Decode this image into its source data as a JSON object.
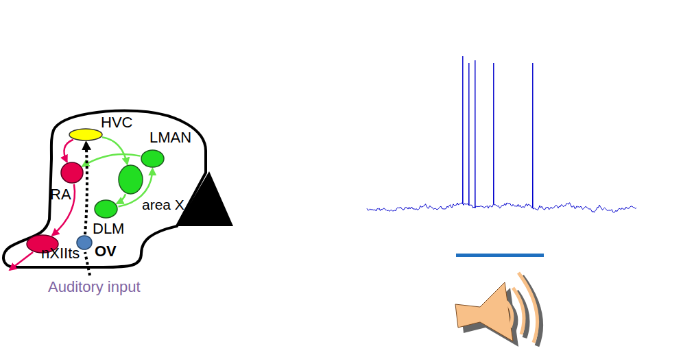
{
  "diagram": {
    "nodes": [
      {
        "text": [
          "HVC"
        ]
      },
      {
        "text": [
          "LMAN"
        ]
      },
      {
        "text": [
          "area X"
        ]
      },
      {
        "text": [
          "RA"
        ]
      },
      {
        "text": [
          "DLM"
        ]
      },
      {
        "text": [
          "nXIIts"
        ]
      },
      {
        "text": [
          "OV"
        ]
      }
    ],
    "edges": [
      {
        "from": 0,
        "to": 3,
        "arrow": "to"
      },
      {
        "from": 3,
        "to": 5,
        "arrow": "to"
      },
      {
        "from": 0,
        "to": 2,
        "arrow": "to"
      },
      {
        "from": 2,
        "to": 4,
        "arrow": "to"
      },
      {
        "from": 4,
        "to": 1,
        "arrow": "to"
      },
      {
        "from": 1,
        "to": 3,
        "arrow": "to"
      },
      {
        "from": 6,
        "to": 0,
        "arrow": "to"
      }
    ],
    "labels": [
      "Auditory input"
    ]
  }
}
